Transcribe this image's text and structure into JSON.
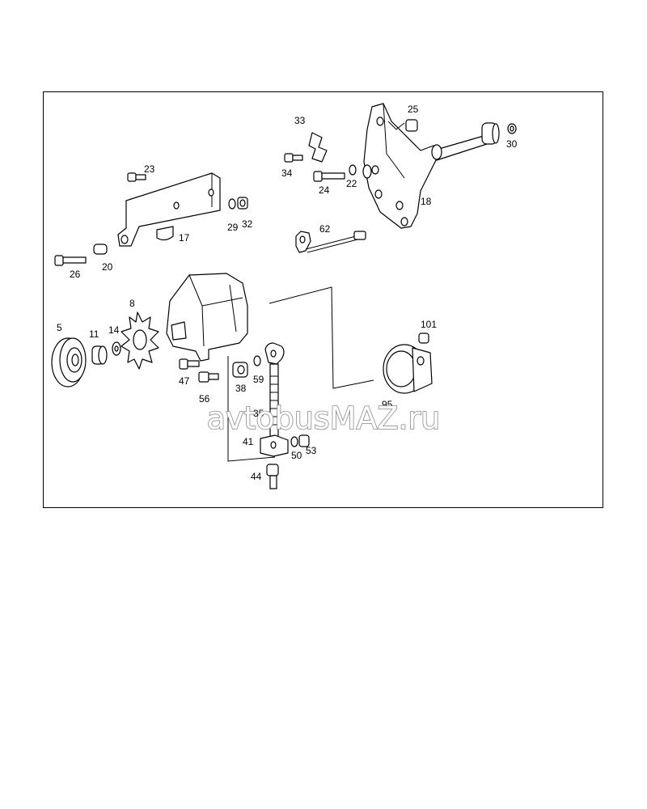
{
  "watermark": "avtobusMAZ.ru",
  "callouts": {
    "c5": "5",
    "c8": "8",
    "c11": "11",
    "c14": "14",
    "c17": "17",
    "c18": "18",
    "c20": "20",
    "c22": "22",
    "c23": "23",
    "c24": "24",
    "c25": "25",
    "c26": "26",
    "c29": "29",
    "c30": "30",
    "c32": "32",
    "c33": "33",
    "c34": "34",
    "c35": "35",
    "c38": "38",
    "c41": "41",
    "c44": "44",
    "c47": "47",
    "c50": "50",
    "c53": "53",
    "c56": "56",
    "c59": "59",
    "c62": "62",
    "c95": "95",
    "c101": "101"
  }
}
